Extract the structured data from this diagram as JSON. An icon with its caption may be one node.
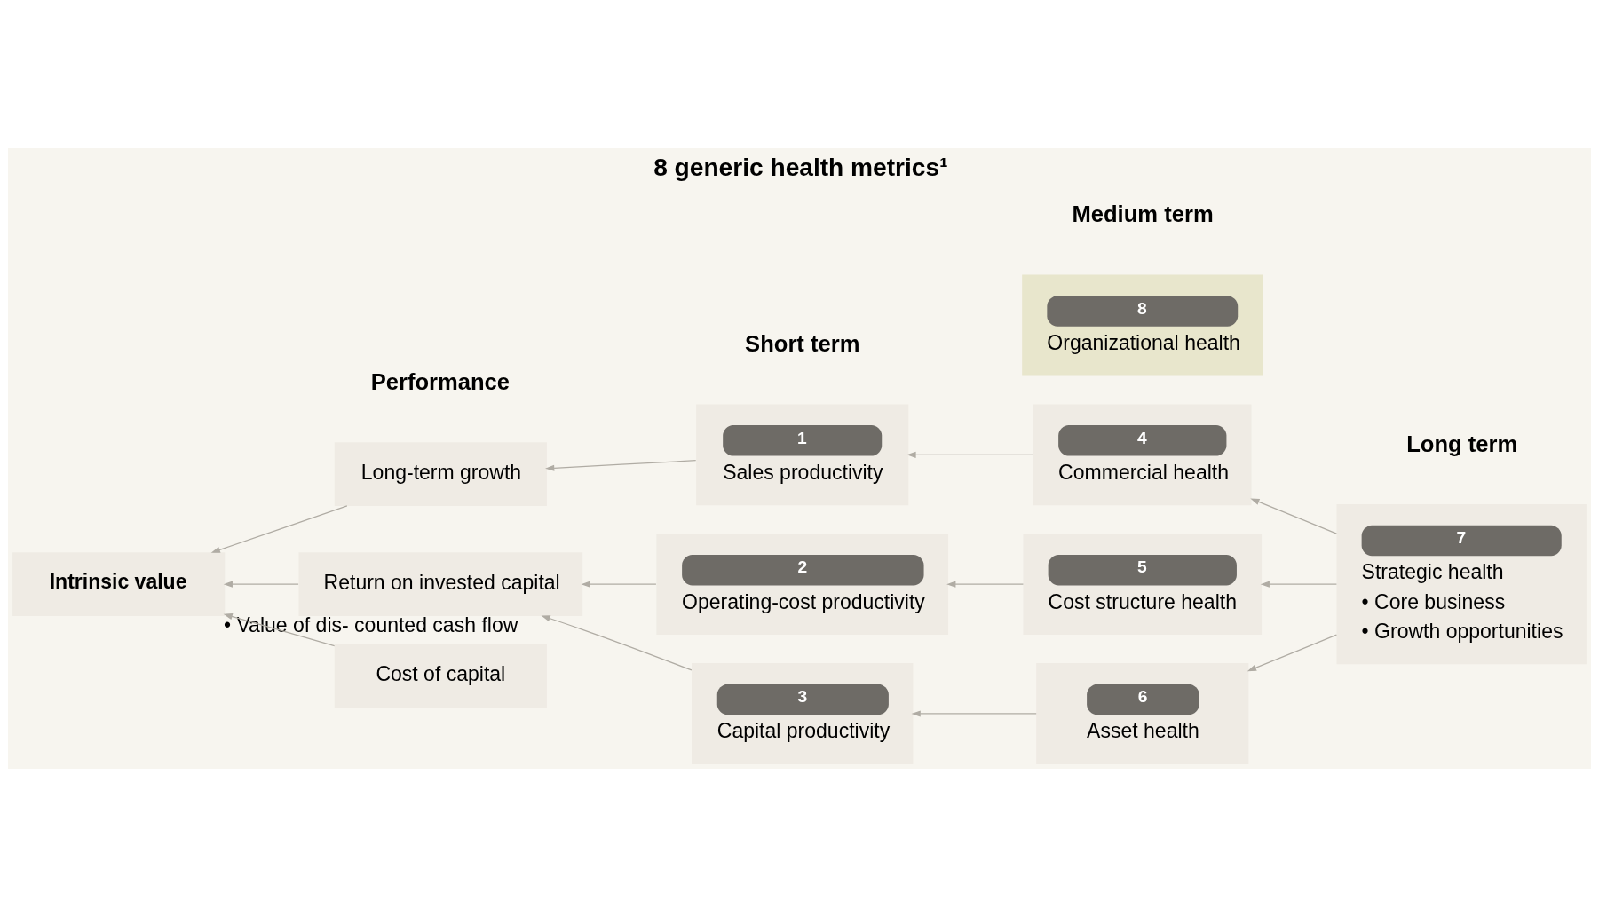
{
  "diagram": {
    "title": "8 generic health metrics¹",
    "nodes": [
      {
        "text": [
          "Intrinsic value"
        ],
        "beside": [
          "• Value of dis- counted cash flow"
        ]
      },
      {
        "text": [
          "Long-term growth"
        ]
      },
      {
        "text": [
          "Return on invested capital"
        ]
      },
      {
        "text": [
          "Cost of capital"
        ]
      },
      {
        "text": [
          "1",
          "Sales productivity"
        ]
      },
      {
        "text": [
          "2",
          "Operating-cost productivity"
        ]
      },
      {
        "text": [
          "3",
          "Capital productivity"
        ]
      },
      {
        "text": [
          "4",
          "Commercial health"
        ]
      },
      {
        "text": [
          "5",
          "Cost structure health"
        ]
      },
      {
        "text": [
          "6",
          "Asset health"
        ]
      },
      {
        "text": [
          "7",
          "Strategic health",
          "• Core business",
          "• Growth opportunities"
        ]
      },
      {
        "text": [
          "8",
          "Organizational health"
        ]
      }
    ],
    "edges": [
      {
        "from": 1,
        "to": 0,
        "arrow": "to"
      },
      {
        "from": 2,
        "to": 0,
        "arrow": "to"
      },
      {
        "from": 3,
        "to": 0,
        "arrow": "to"
      },
      {
        "from": 4,
        "to": 1,
        "arrow": "to"
      },
      {
        "from": 5,
        "to": 2,
        "arrow": "to"
      },
      {
        "from": 6,
        "to": 2,
        "arrow": "to"
      },
      {
        "from": 7,
        "to": 4,
        "arrow": "to"
      },
      {
        "from": 8,
        "to": 5,
        "arrow": "to"
      },
      {
        "from": 9,
        "to": 6,
        "arrow": "to"
      },
      {
        "from": 10,
        "to": 7,
        "arrow": "to"
      },
      {
        "from": 10,
        "to": 8,
        "arrow": "to"
      },
      {
        "from": 10,
        "to": 9,
        "arrow": "to"
      }
    ],
    "labels": [
      "Performance",
      "Short term",
      "Medium term",
      "Long term"
    ]
  }
}
